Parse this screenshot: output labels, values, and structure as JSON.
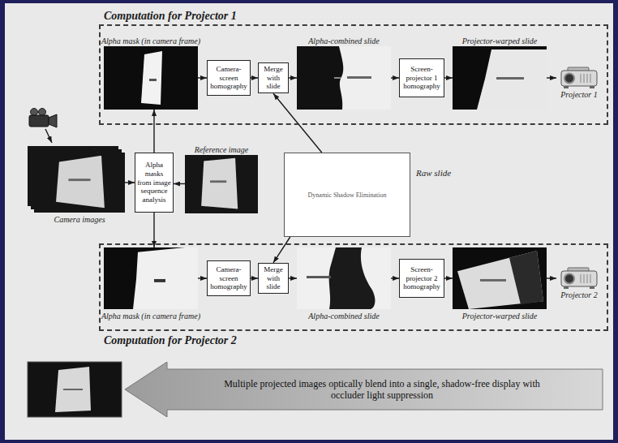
{
  "diagram": {
    "nodes": [
      {
        "text": [
          "Computation for Projector 1"
        ]
      },
      {
        "text": [
          "Alpha mask (in camera frame)"
        ],
        "in": 0
      },
      {
        "text": [
          "Camera-screen homography"
        ],
        "in": 0
      },
      {
        "text": [
          "Merge with slide"
        ],
        "in": 0
      },
      {
        "text": [
          "Alpha-combined slide"
        ],
        "in": 0
      },
      {
        "text": [
          "Screen-projector 1 homography"
        ],
        "in": 0
      },
      {
        "text": [
          "Projector-warped slide"
        ],
        "in": 0
      },
      {
        "text": [
          "Projector 1"
        ],
        "in": 0
      },
      {
        "text": [
          "Camera images"
        ]
      },
      {
        "text": [
          "Alpha masks from image sequence analysis"
        ]
      },
      {
        "text": [
          "Reference image"
        ]
      },
      {
        "text": [
          "Dynamic Shadow Elimination",
          "Raw slide"
        ]
      },
      {
        "text": [
          "Computation for Projector 2"
        ]
      },
      {
        "text": [
          "Alpha mask (in camera frame)"
        ],
        "in": 12
      },
      {
        "text": [
          "Camera-screen homography"
        ],
        "in": 12
      },
      {
        "text": [
          "Merge with slide"
        ],
        "in": 12
      },
      {
        "text": [
          "Alpha-combined slide"
        ],
        "in": 12
      },
      {
        "text": [
          "Screen-projector 2 homography"
        ],
        "in": 12
      },
      {
        "text": [
          "Projector-warped slide"
        ],
        "in": 12
      },
      {
        "text": [
          "Projector 2"
        ],
        "in": 12
      },
      {
        "text": [
          "Multiple projected images optically blend into a single, shadow-free display with occluder light suppression"
        ]
      }
    ],
    "edges": [
      {
        "from": 8,
        "to": 9,
        "arrow": "to"
      },
      {
        "from": 10,
        "to": 9,
        "arrow": "to"
      },
      {
        "from": 9,
        "to": 1,
        "arrow": "to"
      },
      {
        "from": 9,
        "to": 13,
        "arrow": "to"
      },
      {
        "from": 1,
        "to": 2,
        "arrow": "to"
      },
      {
        "from": 2,
        "to": 3,
        "arrow": "to"
      },
      {
        "from": 3,
        "to": 4,
        "arrow": "to"
      },
      {
        "from": 4,
        "to": 5,
        "arrow": "to"
      },
      {
        "from": 5,
        "to": 6,
        "arrow": "to"
      },
      {
        "from": 6,
        "to": 7,
        "arrow": "to"
      },
      {
        "from": 11,
        "to": 3,
        "arrow": "to"
      },
      {
        "from": 11,
        "to": 15,
        "arrow": "to"
      },
      {
        "from": 13,
        "to": 14,
        "arrow": "to"
      },
      {
        "from": 14,
        "to": 15,
        "arrow": "to"
      },
      {
        "from": 15,
        "to": 16,
        "arrow": "to"
      },
      {
        "from": 16,
        "to": 17,
        "arrow": "to"
      },
      {
        "from": 17,
        "to": 18,
        "arrow": "to"
      },
      {
        "from": 18,
        "to": 19,
        "arrow": "to"
      }
    ]
  }
}
